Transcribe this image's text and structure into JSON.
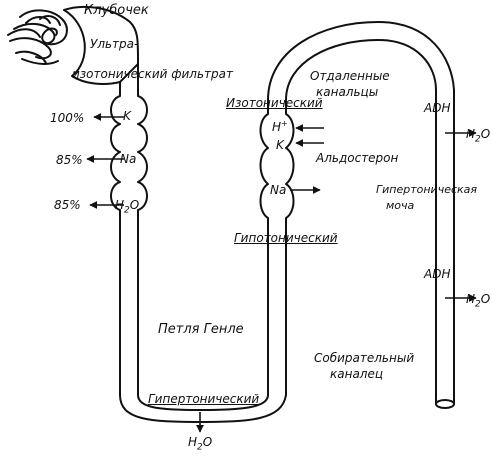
{
  "labels": {
    "glomerulus": "Клубочек",
    "ultra": "Ультра-",
    "isotonic_filtrate": "изотонический фильтрат",
    "distal_1": "Отдаленные",
    "distal_2": "канальцы",
    "isotonic": "Изотонический",
    "aldosterone": "Альдостерон",
    "hypotonic": "Гипотонический",
    "loop_of_henle": "Петля Генле",
    "hypertonic": "Гипертонический",
    "hypertonic_urine_1": "Гипертоническая",
    "hypertonic_urine_2": "моча",
    "collecting_1": "Собирательный",
    "collecting_2": "каналец",
    "adh_1": "ADH",
    "adh_2": "ADH"
  },
  "proximal": [
    {
      "percent": "100%",
      "ion": "K"
    },
    {
      "percent": "85%",
      "ion": "Na"
    },
    {
      "percent": "85%",
      "ion": "H",
      "sub": "2",
      "tail": "O"
    }
  ],
  "distal_ions": {
    "h": "H",
    "h_sup": "+",
    "k": "K",
    "na": "Na"
  },
  "water": {
    "symbol": "H",
    "sub": "2",
    "tail": "O"
  }
}
